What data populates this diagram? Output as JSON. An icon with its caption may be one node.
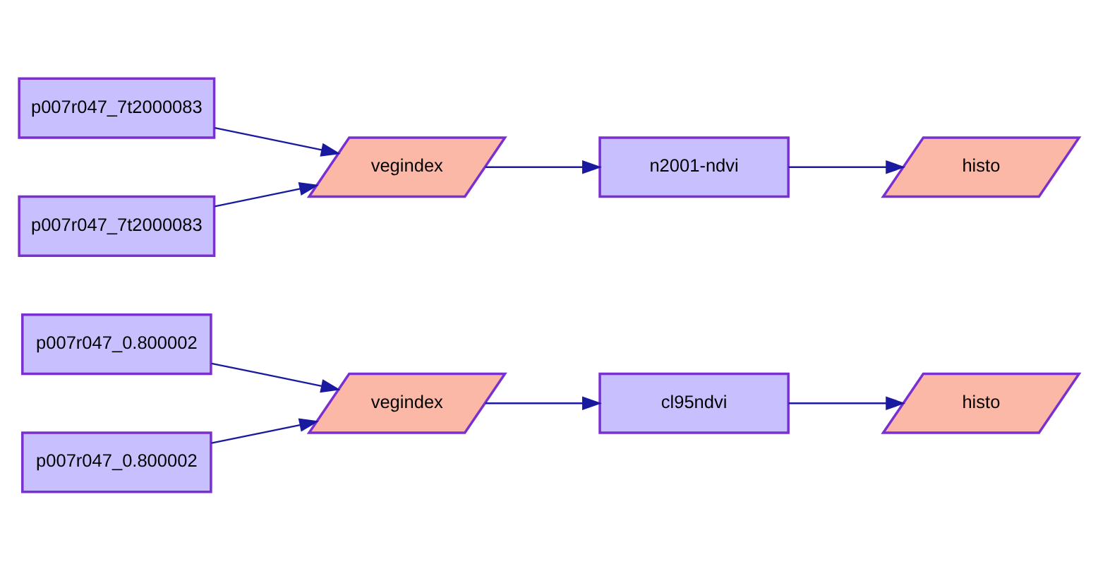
{
  "diagram": {
    "nodes": [
      {
        "text": [
          "p007r047_7t2000083"
        ]
      },
      {
        "text": [
          "p007r047_7t2000083"
        ]
      },
      {
        "text": [
          "vegindex"
        ]
      },
      {
        "text": [
          "n2001-ndvi"
        ]
      },
      {
        "text": [
          "histo"
        ]
      },
      {
        "text": [
          "p007r047_0.800002"
        ]
      },
      {
        "text": [
          "p007r047_0.800002"
        ]
      },
      {
        "text": [
          "vegindex"
        ]
      },
      {
        "text": [
          "cl95ndvi"
        ]
      },
      {
        "text": [
          "histo"
        ]
      }
    ],
    "edges": [
      {
        "from": 0,
        "to": 2,
        "arrow": "to"
      },
      {
        "from": 1,
        "to": 2,
        "arrow": "to"
      },
      {
        "from": 2,
        "to": 3,
        "arrow": "to"
      },
      {
        "from": 3,
        "to": 4,
        "arrow": "to"
      },
      {
        "from": 5,
        "to": 7,
        "arrow": "to"
      },
      {
        "from": 6,
        "to": 7,
        "arrow": "to"
      },
      {
        "from": 7,
        "to": 8,
        "arrow": "to"
      },
      {
        "from": 8,
        "to": 9,
        "arrow": "to"
      }
    ]
  }
}
